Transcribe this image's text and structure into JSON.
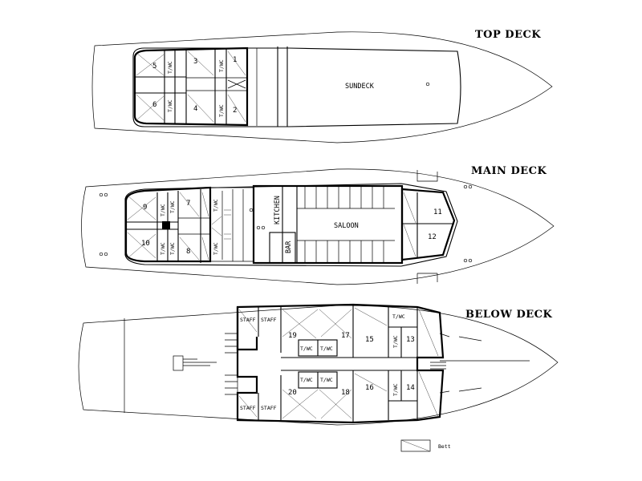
{
  "decks": {
    "top": {
      "title": "TOP DECK",
      "sundeck": "SUNDECK",
      "cabins": [
        "1",
        "2",
        "3",
        "4",
        "5",
        "6"
      ],
      "twc": "T/WC"
    },
    "main": {
      "title": "MAIN DECK",
      "saloon": "SALOON",
      "kitchen": "KITCHEN",
      "bar": "BAR",
      "cabins": [
        "7",
        "8",
        "9",
        "10",
        "11",
        "12"
      ],
      "twc": "T/WC"
    },
    "below": {
      "title": "BELOW DECK",
      "staff": "STAFF",
      "cabins": [
        "13",
        "14",
        "15",
        "16",
        "17",
        "18",
        "19",
        "20"
      ],
      "twc": "T/WC"
    }
  },
  "legend": {
    "bed_label": "Bett"
  }
}
